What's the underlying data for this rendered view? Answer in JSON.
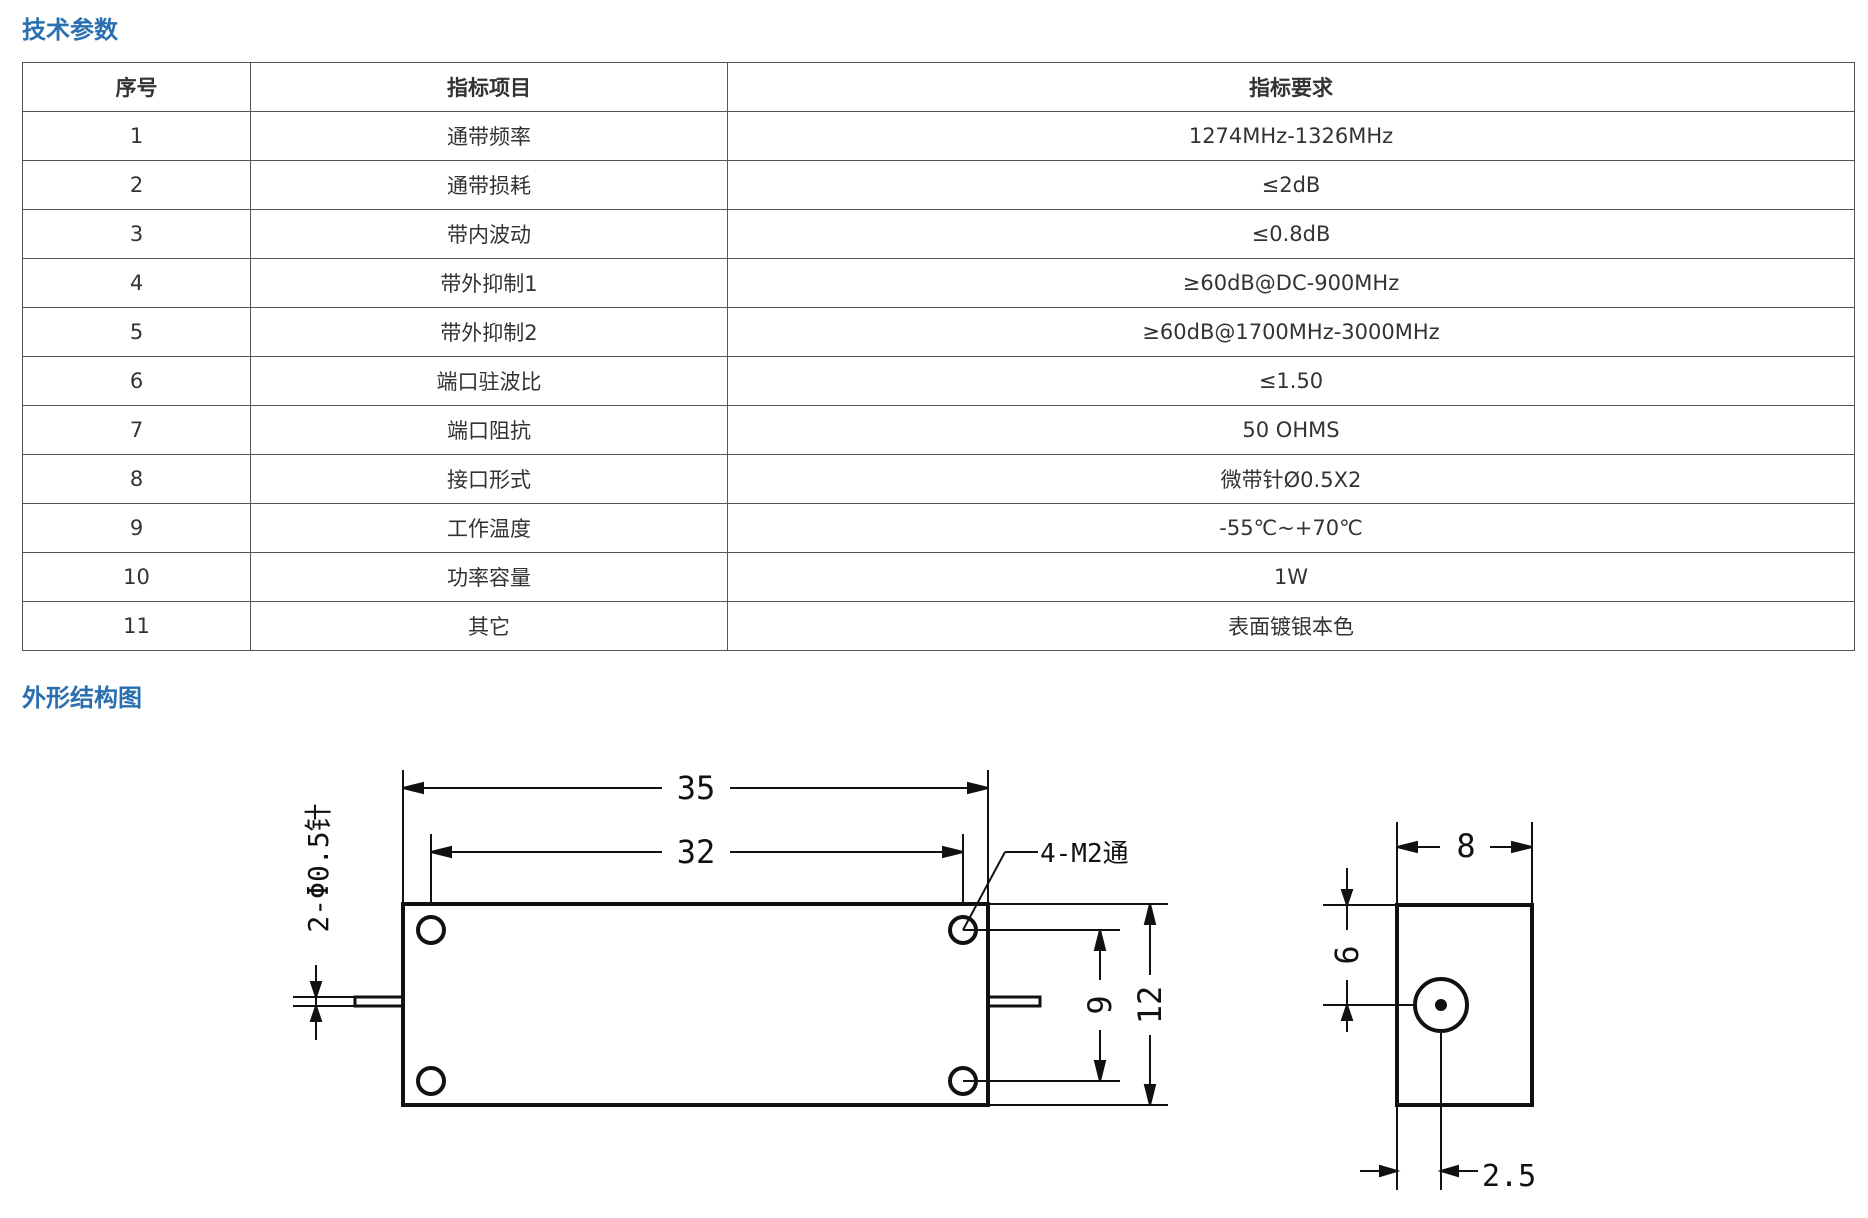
{
  "sections": {
    "params_title": "技术参数",
    "structure_title": "外形结构图"
  },
  "table": {
    "headers": [
      "序号",
      "指标项目",
      "指标要求"
    ],
    "rows": [
      {
        "no": "1",
        "item": "通带频率",
        "value": "1274MHz-1326MHz"
      },
      {
        "no": "2",
        "item": "通带损耗",
        "value": "≤2dB"
      },
      {
        "no": "3",
        "item": "带内波动",
        "value": "≤0.8dB"
      },
      {
        "no": "4",
        "item": "带外抑制1",
        "value": "≥60dB@DC-900MHz"
      },
      {
        "no": "5",
        "item": "带外抑制2",
        "value": "≥60dB@1700MHz-3000MHz"
      },
      {
        "no": "6",
        "item": "端口驻波比",
        "value": "≤1.50"
      },
      {
        "no": "7",
        "item": "端口阻抗",
        "value": "50 OHMS"
      },
      {
        "no": "8",
        "item": "接口形式",
        "value": "微带针Ø0.5X2"
      },
      {
        "no": "9",
        "item": "工作温度",
        "value": "-55℃~+70℃"
      },
      {
        "no": "10",
        "item": "功率容量",
        "value": "1W"
      },
      {
        "no": "11",
        "item": "其它",
        "value": "表面镀银本色"
      }
    ]
  },
  "drawing": {
    "dim_35": "35",
    "dim_32": "32",
    "hole_label": "4-M2通",
    "pin_label": "2-Φ0.5针",
    "dim_9": "9",
    "dim_12": "12",
    "dim_8": "8",
    "dim_6": "6",
    "dim_2_5": "2.5"
  }
}
